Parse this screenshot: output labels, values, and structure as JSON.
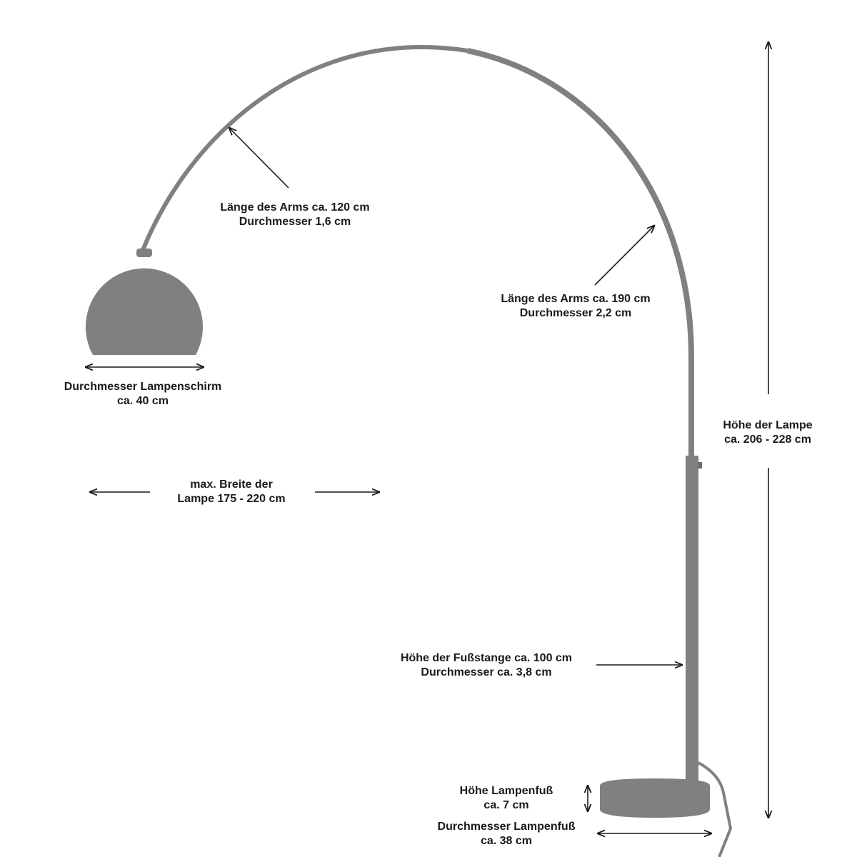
{
  "labels": {
    "short_arm": {
      "line1": "Länge des Arms ca. 120 cm",
      "line2": "Durchmesser 1,6 cm"
    },
    "long_arm": {
      "line1": "Länge des Arms ca. 190 cm",
      "line2": "Durchmesser 2,2 cm"
    },
    "shade_diameter": {
      "line1": "Durchmesser Lampenschirm",
      "line2": "ca. 40 cm"
    },
    "max_width": {
      "line1": "max. Breite der",
      "line2": "Lampe 175 - 220 cm"
    },
    "lamp_height": {
      "line1": "Höhe der Lampe",
      "line2": "ca. 206 - 228 cm"
    },
    "foot_pole": {
      "line1": "Höhe der Fußstange ca. 100 cm",
      "line2": "Durchmesser ca. 3,8 cm"
    },
    "base_height": {
      "line1": "Höhe Lampenfuß",
      "line2": "ca. 7 cm"
    },
    "base_diameter": {
      "line1": "Durchmesser Lampenfuß",
      "line2": "ca. 38 cm"
    }
  },
  "colors": {
    "lamp_body": "#808080",
    "lamp_edge": "#6e6e6e",
    "line": "#1a1a1a",
    "text": "#1a1a1a"
  }
}
